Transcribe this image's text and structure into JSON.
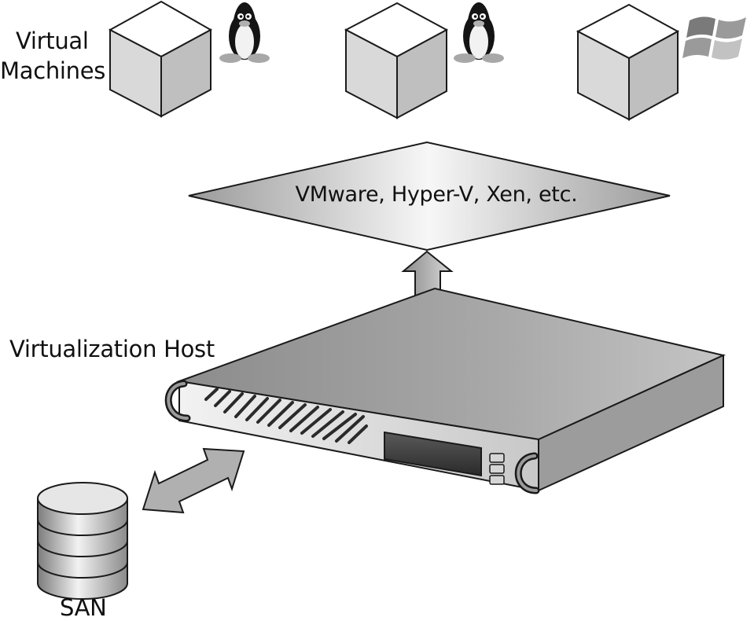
{
  "labels": {
    "virtual_machines_line1": "Virtual",
    "virtual_machines_line2": "Machines",
    "hypervisor": "VMware, Hyper-V, Xen, etc.",
    "virtualization_host": "Virtualization Host",
    "san": "SAN"
  },
  "virtual_machines": [
    {
      "os_icon": "linux-penguin-icon"
    },
    {
      "os_icon": "linux-penguin-icon"
    },
    {
      "os_icon": "windows-logo-icon"
    }
  ],
  "colors": {
    "stroke": "#1a1a1a",
    "fill_light": "#f4f4f4",
    "fill_mid": "#bdbdbd",
    "fill_dark": "#8a8a8a"
  }
}
